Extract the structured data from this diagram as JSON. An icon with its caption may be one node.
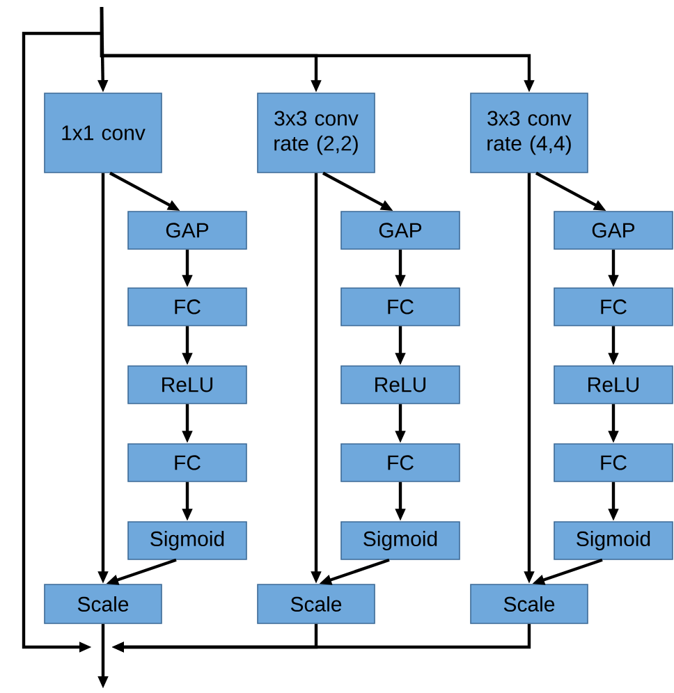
{
  "diagram": {
    "nodes": [
      {
        "text": [
          "1x1 conv"
        ]
      },
      {
        "text": [
          "3x3 conv rate (2,2)"
        ]
      },
      {
        "text": [
          "3x3 conv rate (4,4)"
        ]
      },
      {
        "text": [
          "GAP"
        ]
      },
      {
        "text": [
          "GAP"
        ]
      },
      {
        "text": [
          "GAP"
        ]
      },
      {
        "text": [
          "FC"
        ]
      },
      {
        "text": [
          "FC"
        ]
      },
      {
        "text": [
          "FC"
        ]
      },
      {
        "text": [
          "ReLU"
        ]
      },
      {
        "text": [
          "ReLU"
        ]
      },
      {
        "text": [
          "ReLU"
        ]
      },
      {
        "text": [
          "FC"
        ]
      },
      {
        "text": [
          "FC"
        ]
      },
      {
        "text": [
          "FC"
        ]
      },
      {
        "text": [
          "Sigmoid"
        ]
      },
      {
        "text": [
          "Sigmoid"
        ]
      },
      {
        "text": [
          "Sigmoid"
        ]
      },
      {
        "text": [
          "Scale"
        ]
      },
      {
        "text": [
          "Scale"
        ]
      },
      {
        "text": [
          "Scale"
        ]
      }
    ],
    "edges": [
      {
        "from": null,
        "to": 0,
        "arrow": "to"
      },
      {
        "from": null,
        "to": 1,
        "arrow": "to"
      },
      {
        "from": null,
        "to": 2,
        "arrow": "to"
      },
      {
        "from": 0,
        "to": 18,
        "arrow": "to"
      },
      {
        "from": 0,
        "to": 3,
        "arrow": "to"
      },
      {
        "from": 3,
        "to": 6,
        "arrow": "to"
      },
      {
        "from": 6,
        "to": 9,
        "arrow": "to"
      },
      {
        "from": 9,
        "to": 12,
        "arrow": "to"
      },
      {
        "from": 12,
        "to": 15,
        "arrow": "to"
      },
      {
        "from": 15,
        "to": 18,
        "arrow": "to"
      },
      {
        "from": 1,
        "to": 19,
        "arrow": "to"
      },
      {
        "from": 1,
        "to": 4,
        "arrow": "to"
      },
      {
        "from": 4,
        "to": 7,
        "arrow": "to"
      },
      {
        "from": 7,
        "to": 10,
        "arrow": "to"
      },
      {
        "from": 10,
        "to": 13,
        "arrow": "to"
      },
      {
        "from": 13,
        "to": 16,
        "arrow": "to"
      },
      {
        "from": 16,
        "to": 19,
        "arrow": "to"
      },
      {
        "from": 2,
        "to": 20,
        "arrow": "to"
      },
      {
        "from": 2,
        "to": 5,
        "arrow": "to"
      },
      {
        "from": 5,
        "to": 8,
        "arrow": "to"
      },
      {
        "from": 8,
        "to": 11,
        "arrow": "to"
      },
      {
        "from": 11,
        "to": 14,
        "arrow": "to"
      },
      {
        "from": 14,
        "to": 17,
        "arrow": "to"
      },
      {
        "from": 17,
        "to": 20,
        "arrow": "to"
      },
      {
        "from": 18,
        "to": null,
        "arrow": "to"
      },
      {
        "from": 19,
        "to": null,
        "arrow": "to"
      },
      {
        "from": 20,
        "to": null,
        "arrow": "to"
      }
    ]
  }
}
